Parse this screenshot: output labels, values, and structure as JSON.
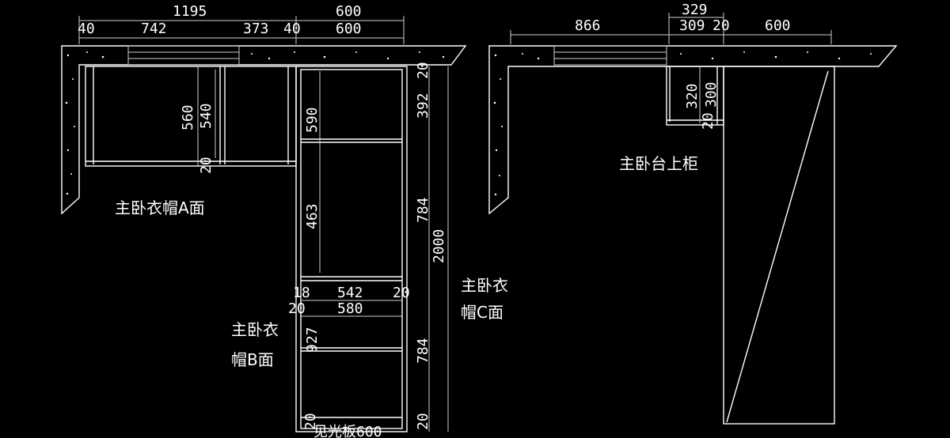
{
  "labels": {
    "a_face_line1": "主卧衣帽A面",
    "b_face_line1": "主卧衣",
    "b_face_line2": "帽B面",
    "c_face_line1": "主卧衣",
    "c_face_line2": "帽C面",
    "desk_cabinet": "主卧台上柜",
    "light_board": "见光板600"
  },
  "dims": {
    "d1195": "1195",
    "d600_top": "600",
    "d40_a": "40",
    "d742": "742",
    "d373": "373",
    "d40_b": "40",
    "d600_b": "600",
    "d560": "560",
    "d540": "540",
    "d20_a": "20",
    "d590": "590",
    "d463": "463",
    "d20_top": "20",
    "d392": "392",
    "d784_a": "784",
    "d2000": "2000",
    "d18": "18",
    "d542": "542",
    "d20_b": "20",
    "d20_c": "20",
    "d580": "580",
    "d927": "927",
    "d784_b": "784",
    "d20_bot": "20",
    "d20_bot2": "20",
    "d329": "329",
    "d866": "866",
    "d309": "309",
    "d20_r": "20",
    "d600_r": "600",
    "d320": "320",
    "d300": "300",
    "d20_r2": "20"
  },
  "colors": {
    "background": "#000000",
    "lines": "#ffffff"
  }
}
